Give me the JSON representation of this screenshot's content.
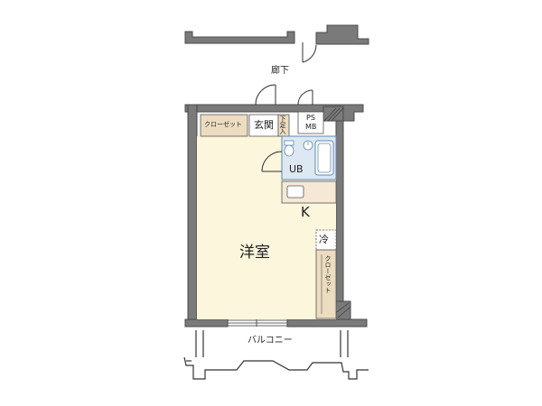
{
  "labels": {
    "corridor": "廊下",
    "closet_top": "クローゼット",
    "entrance": "玄関",
    "shoe_box": "下足入",
    "ps": "PS",
    "mb": "MB",
    "unit_bath": "UB",
    "kitchen": "K",
    "western_room": "洋室",
    "fridge": "冷",
    "closet_side": "クローゼット",
    "balcony": "バルコニー"
  },
  "colors": {
    "wall": "#7a7a7a",
    "wall_edge": "#4a4a4a",
    "closet_fill": "#ecdcc0",
    "room_fill": "#fbf6dc",
    "bath_fill": "#dde8f2",
    "bath_line": "#5f87b0",
    "line": "#333333"
  }
}
